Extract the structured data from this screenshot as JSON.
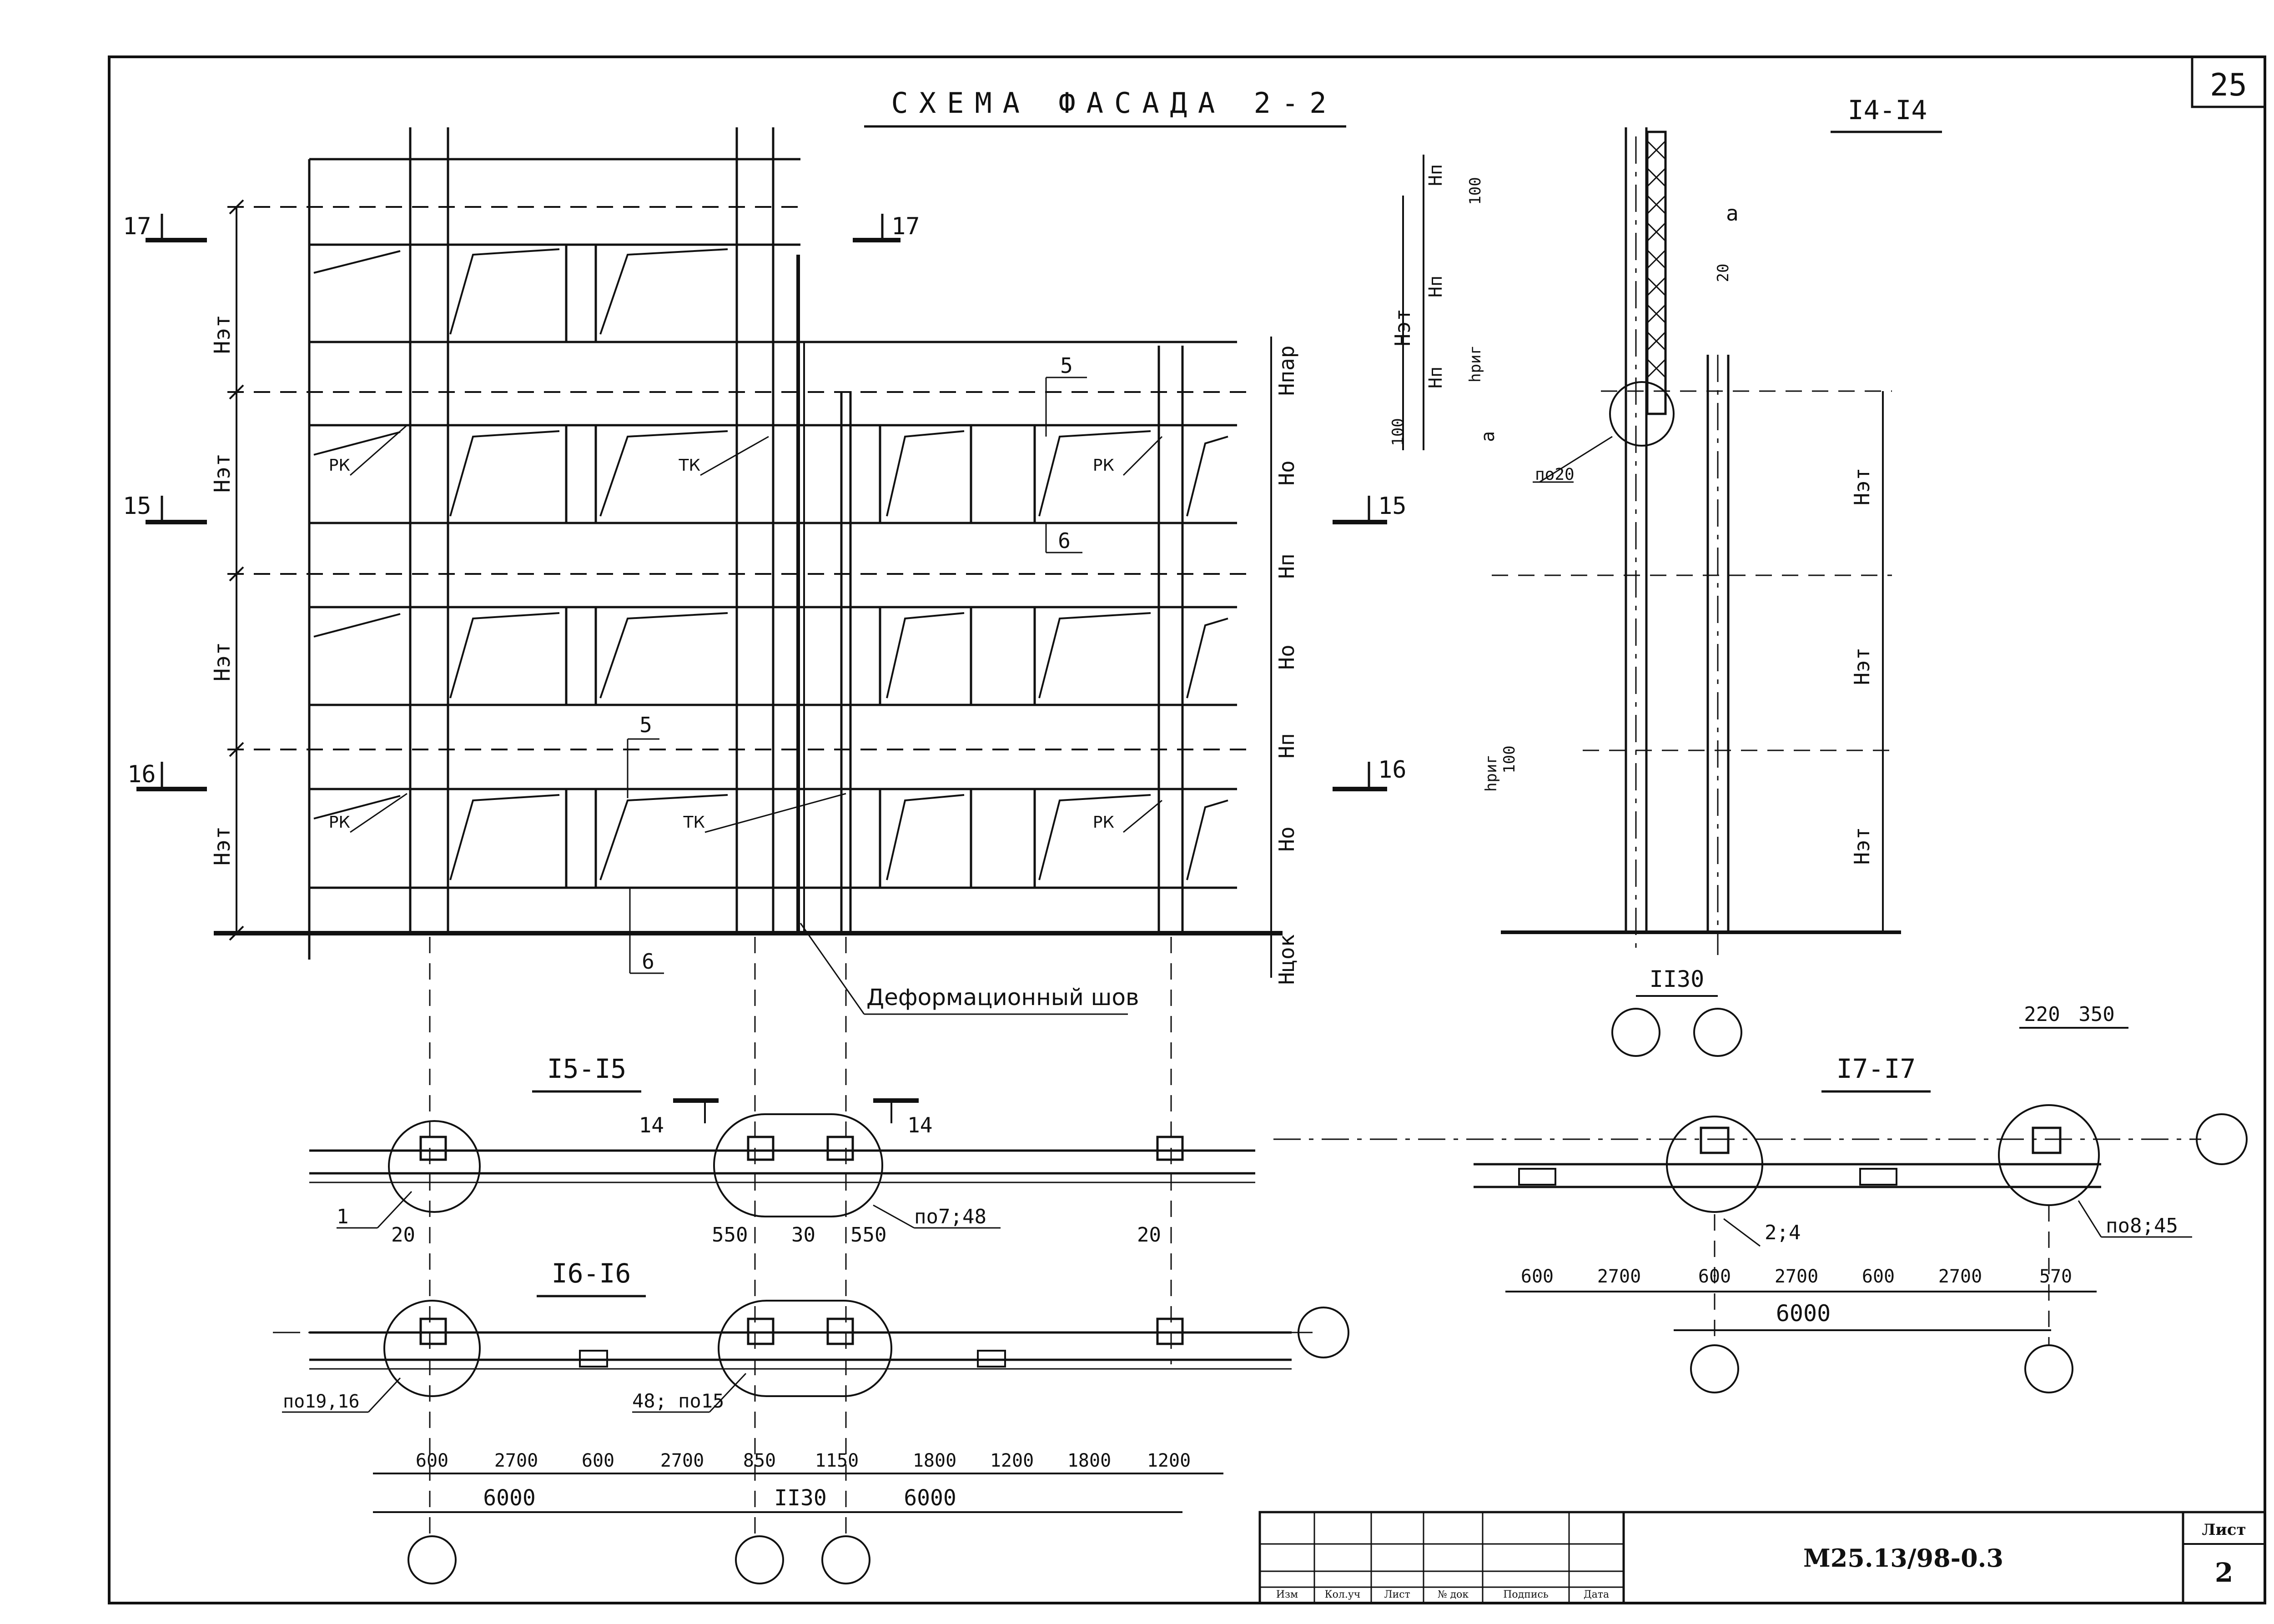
{
  "sheet": {
    "number_corner": "25",
    "doc_code": "М25.13/98-0.3",
    "list_label": "Лист",
    "list_number": "2",
    "stamp_headers": [
      "Изм",
      "Кол.уч",
      "Лист",
      "№ док",
      "Подпись",
      "Дата"
    ]
  },
  "facade": {
    "title": "СХЕМА ФАСАДА 2-2",
    "section_marks": {
      "s17": "17",
      "s15": "15",
      "s16": "16"
    },
    "floor_height_label": "Нэт",
    "dim_labels": {
      "hpar": "Нпар",
      "ho": "Но",
      "hn": "Нп",
      "hcok": "Нцок"
    },
    "labels": {
      "rk": "РК",
      "tk": "ТК",
      "n5": "5",
      "n6": "6"
    },
    "joint_label": "Деформационный шов"
  },
  "section_14": {
    "title": "I4-I4",
    "labels": {
      "hn": "Нп",
      "h100": "100",
      "a": "а",
      "h20": "20",
      "het": "Нэт",
      "hrig": "hриг",
      "po20": "по20",
      "w1130": "II30"
    }
  },
  "section_15": {
    "title": "I5-I5",
    "marks": {
      "m14": "14"
    },
    "labels": {
      "n1": "1",
      "d20": "20",
      "d550a": "550",
      "d30": "30",
      "d550b": "550",
      "note": "по7;48"
    }
  },
  "section_16": {
    "title": "I6-I6",
    "labels": {
      "note_left": "по19,16",
      "note_mid": "48; по15"
    },
    "dims": [
      "600",
      "2700",
      "600",
      "2700",
      "850",
      "1150",
      "1800",
      "1200",
      "1800",
      "1200"
    ],
    "dims_total": [
      "6000",
      "II30",
      "6000"
    ]
  },
  "section_17": {
    "title": "I7-I7",
    "top_dims": [
      "220",
      "350"
    ],
    "labels": {
      "n24": "2;4",
      "note": "по8;45"
    },
    "dims": [
      "600",
      "2700",
      "600",
      "2700",
      "600",
      "2700",
      "570"
    ],
    "dims_total": "6000"
  }
}
